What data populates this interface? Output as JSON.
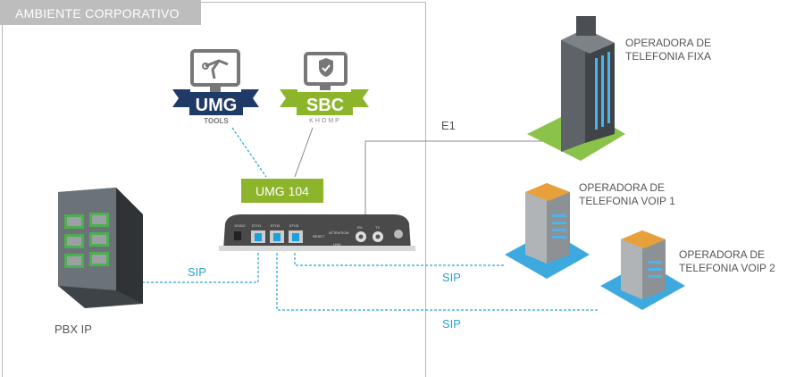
{
  "environment_label": "AMBIENTE  CORPORATIVO",
  "logos": {
    "umg_tools": {
      "title": "UMG",
      "subtitle": "TOOLS",
      "color": "#1f3a66"
    },
    "sbc": {
      "title": "SBC",
      "subtitle": "KHOMP",
      "color": "#8db52c"
    }
  },
  "device": {
    "name": "UMG  104",
    "ports": [
      "12VDC",
      "ETH1",
      "ETH2",
      "ETH3",
      "RESET",
      "ATTENTION",
      "LINK",
      "RX",
      "TX"
    ]
  },
  "nodes": {
    "pbx": "PBX IP",
    "fixed_operator": [
      "OPERADORA DE",
      "TELEFONIA FIXA"
    ],
    "voip1": [
      "OPERADORA DE",
      "TELEFONIA VOIP 1"
    ],
    "voip2": [
      "OPERADORA DE",
      "TELEFONIA VOIP 2"
    ]
  },
  "links": {
    "e1": "E1",
    "sip_pbx": "SIP",
    "sip_voip1": "SIP",
    "sip_voip2": "SIP"
  },
  "colors": {
    "sip_line": "#2aa3d6",
    "e1_line": "#777777",
    "accent_green": "#8db52c",
    "frame": "#bdbdbd"
  }
}
